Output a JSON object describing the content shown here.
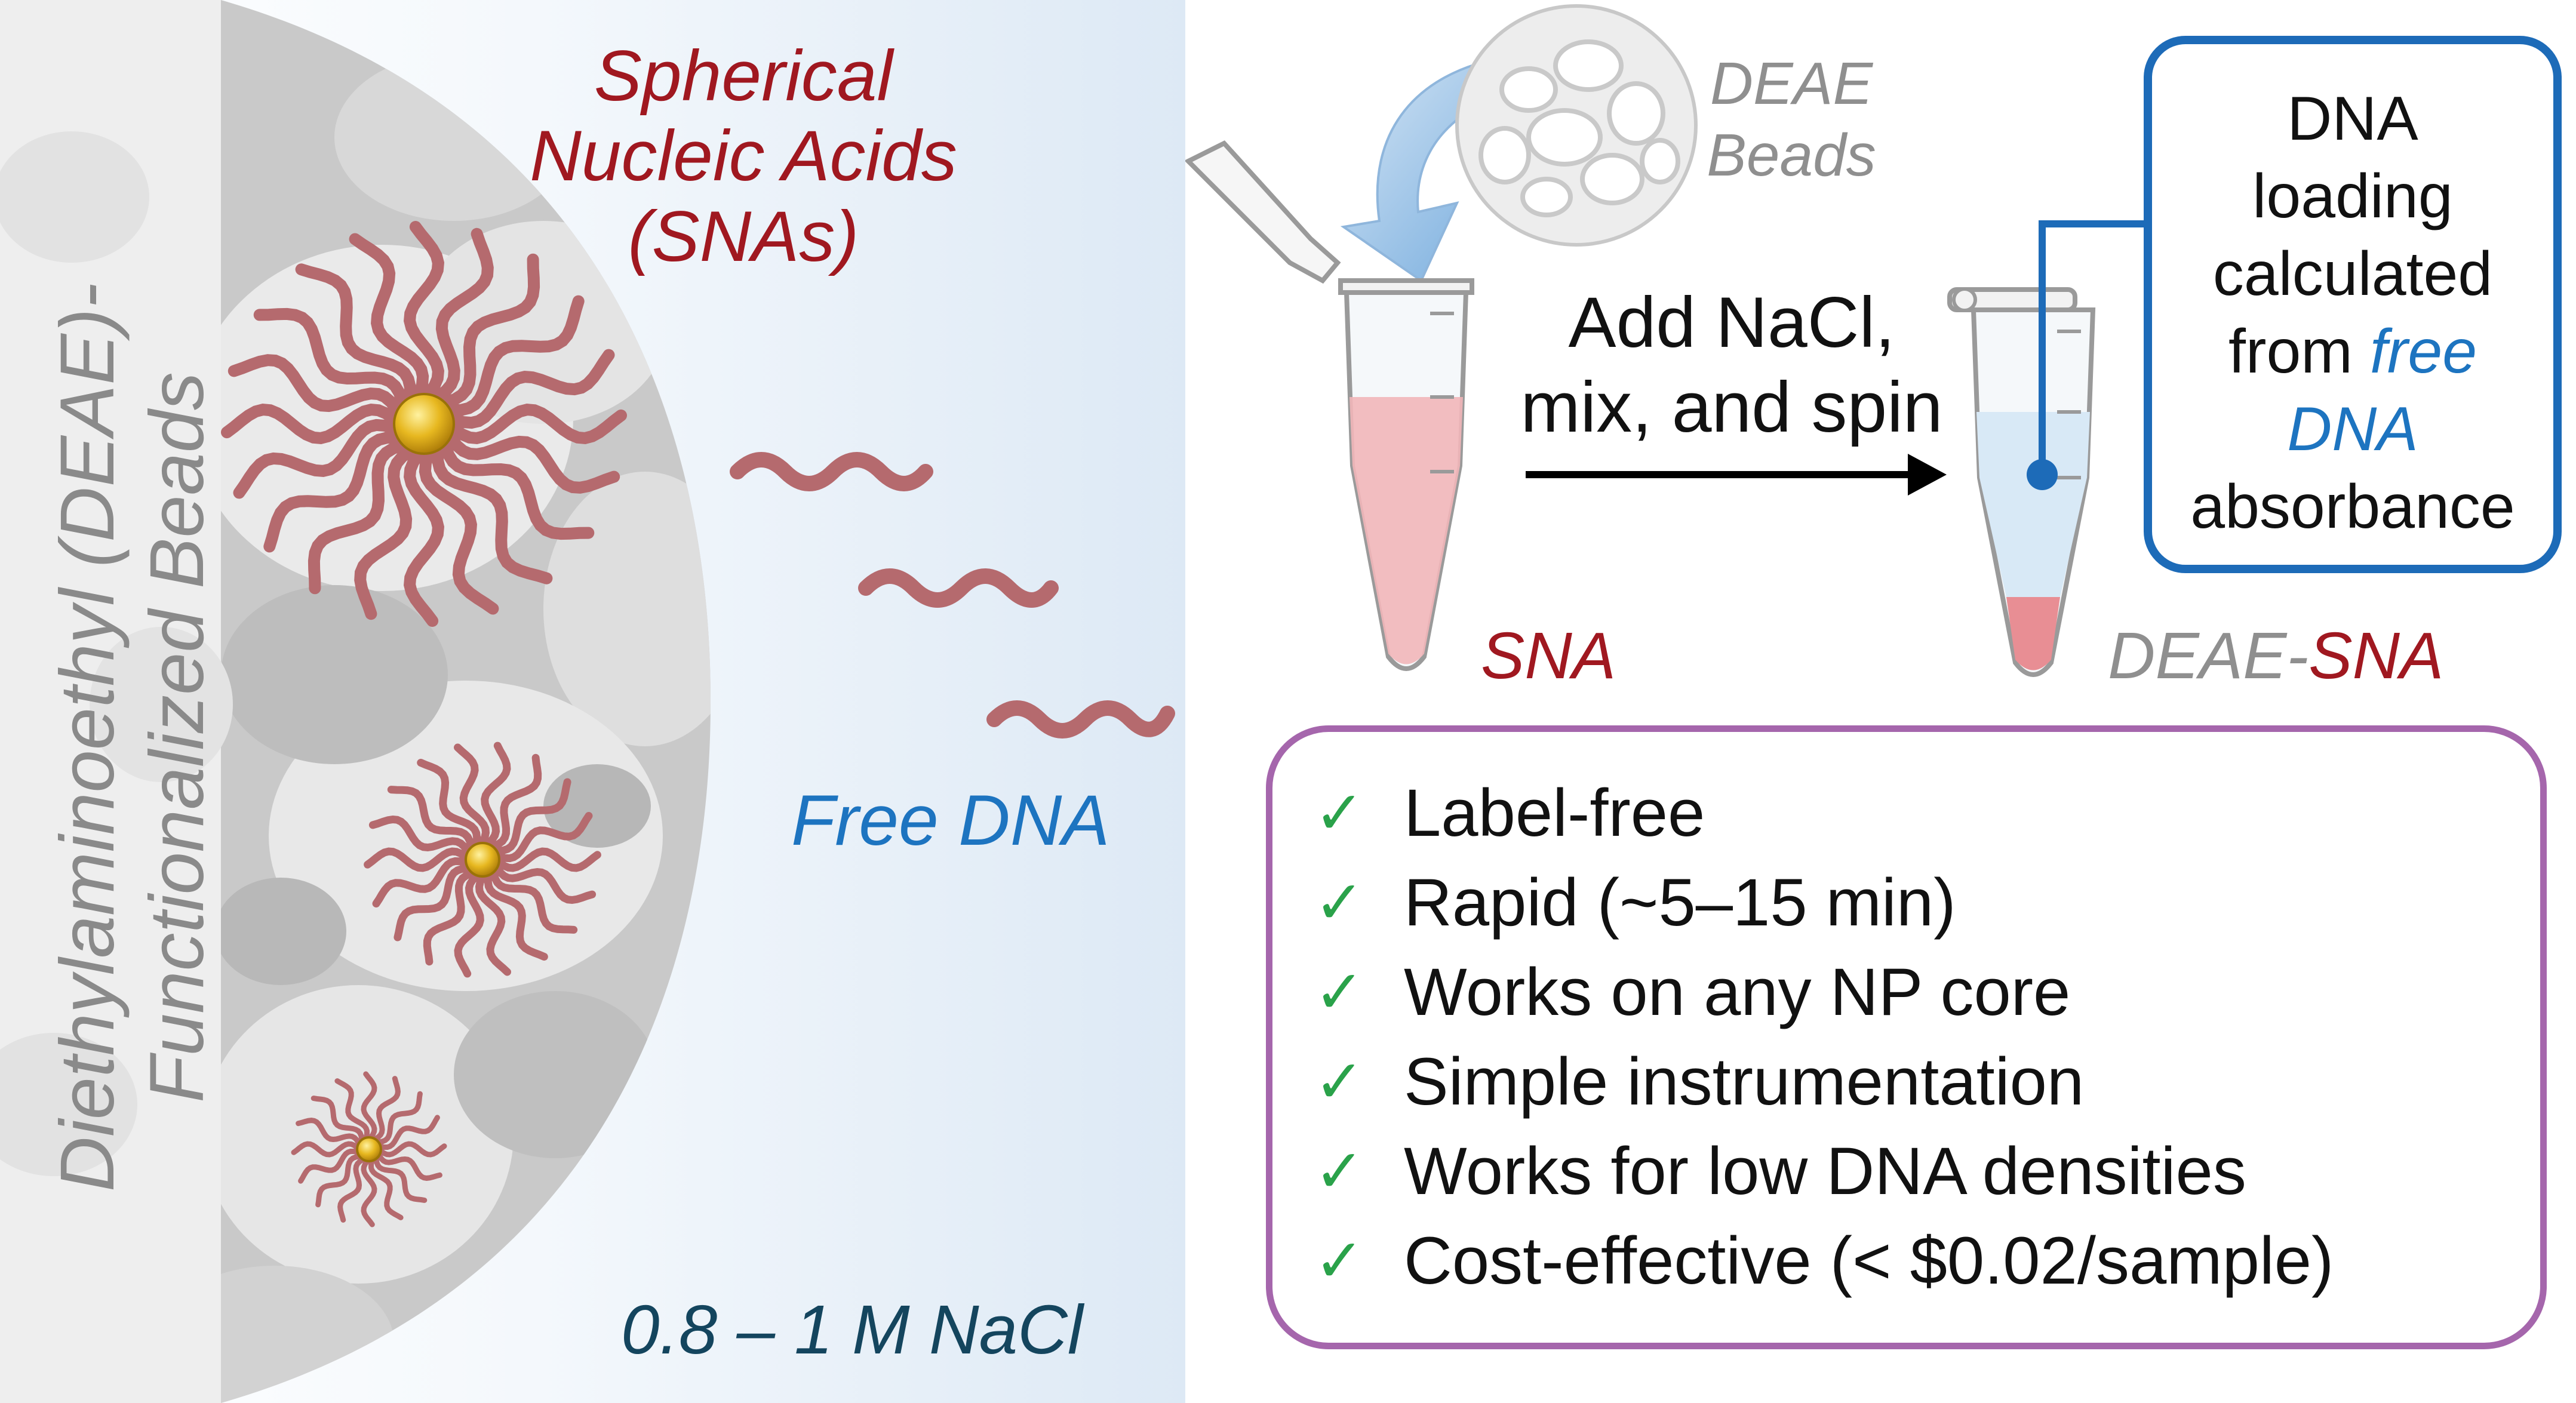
{
  "left": {
    "vertical_label_line1": "Diethylaminoethyl (DEAE)-",
    "vertical_label_line2": "Functionalized Beads",
    "sna_title_line1": "Spherical",
    "sna_title_line2": "Nucleic Acids",
    "sna_title_line3": "(SNAs)",
    "free_dna": "Free DNA",
    "salt": "0.8 – 1 M NaCl"
  },
  "process": {
    "beads_line1": "DEAE",
    "beads_line2": "Beads",
    "step_line1": "Add NaCl,",
    "step_line2": "mix, and spin",
    "tube1_label": "SNA",
    "tube2_label_prefix": "DEAE-",
    "tube2_label_suffix": "SNA"
  },
  "info": {
    "line1": "DNA",
    "line2": "loading",
    "line3": "calculated",
    "line4_prefix": "from ",
    "line4_highlight": "free",
    "line5": "DNA",
    "line6": "absorbance"
  },
  "features": [
    {
      "check": "✓",
      "text": "Label-free"
    },
    {
      "check": "✓",
      "text": "Rapid (~5–15 min)"
    },
    {
      "check": "✓",
      "text": "Works on any NP core"
    },
    {
      "check": "✓",
      "text": "Simple instrumentation"
    },
    {
      "check": "✓",
      "text": "Works for low DNA densities"
    },
    {
      "check": "✓",
      "text": "Cost-effective (< $0.02/sample)"
    }
  ],
  "colors": {
    "red": "#a01820",
    "blue": "#1d74c0",
    "box_blue": "#1d6bb8",
    "purple": "#a566ac",
    "green_check": "#2aa24a",
    "gold": "#e5b41b",
    "dna": "#b56a6e"
  }
}
